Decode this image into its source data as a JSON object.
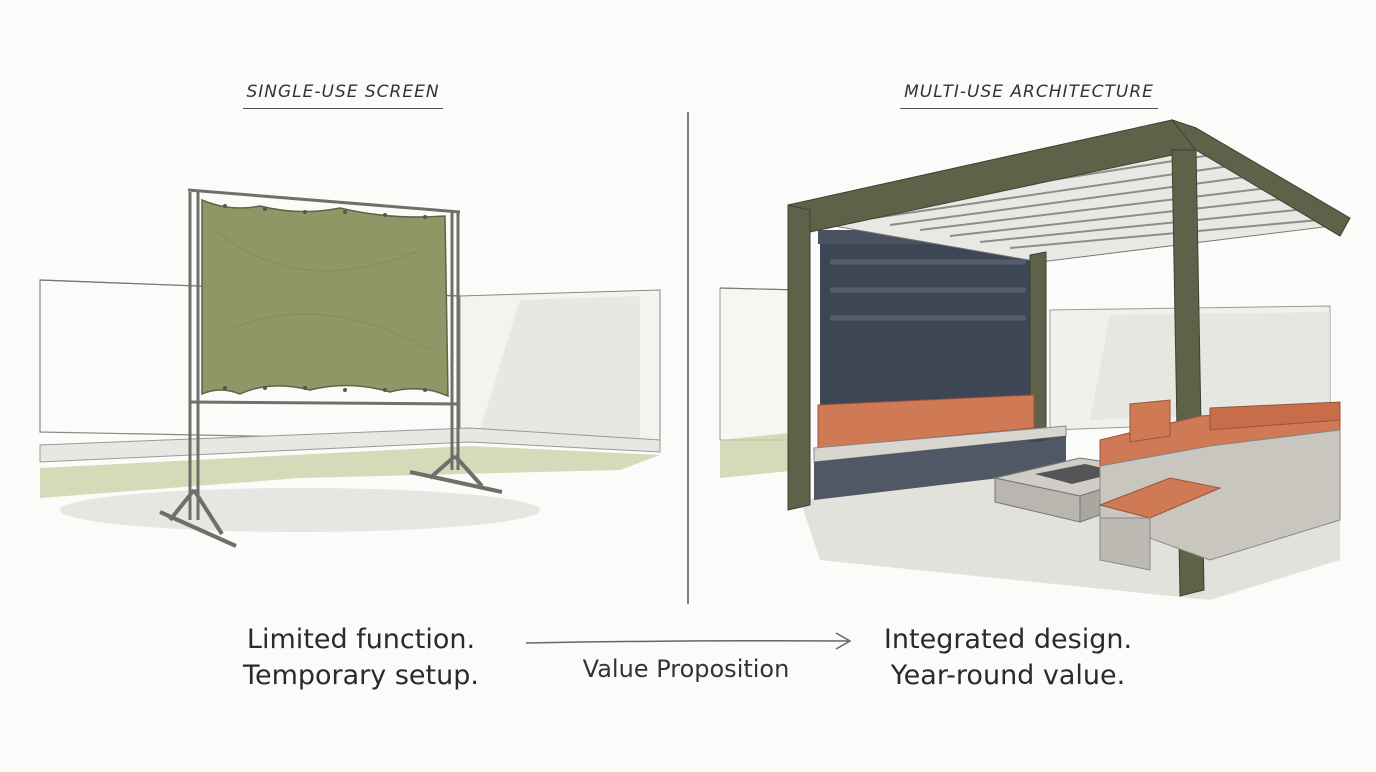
{
  "left_panel": {
    "heading": "SINGLE-USE SCREEN",
    "caption_line1": "Limited function.",
    "caption_line2": "Temporary setup."
  },
  "right_panel": {
    "heading": "MULTI-USE ARCHITECTURE",
    "caption_line1": "Integrated design.",
    "caption_line2": "Year-round value."
  },
  "transition": {
    "label": "Value Proposition"
  },
  "colors": {
    "screen_fabric": "#8f9767",
    "frame_olive": "#5d6248",
    "cushion_orange": "#d07a55",
    "slate_screen": "#3d4654",
    "concrete": "#c9c6bf",
    "ground_wash": "#c9cfa3"
  }
}
